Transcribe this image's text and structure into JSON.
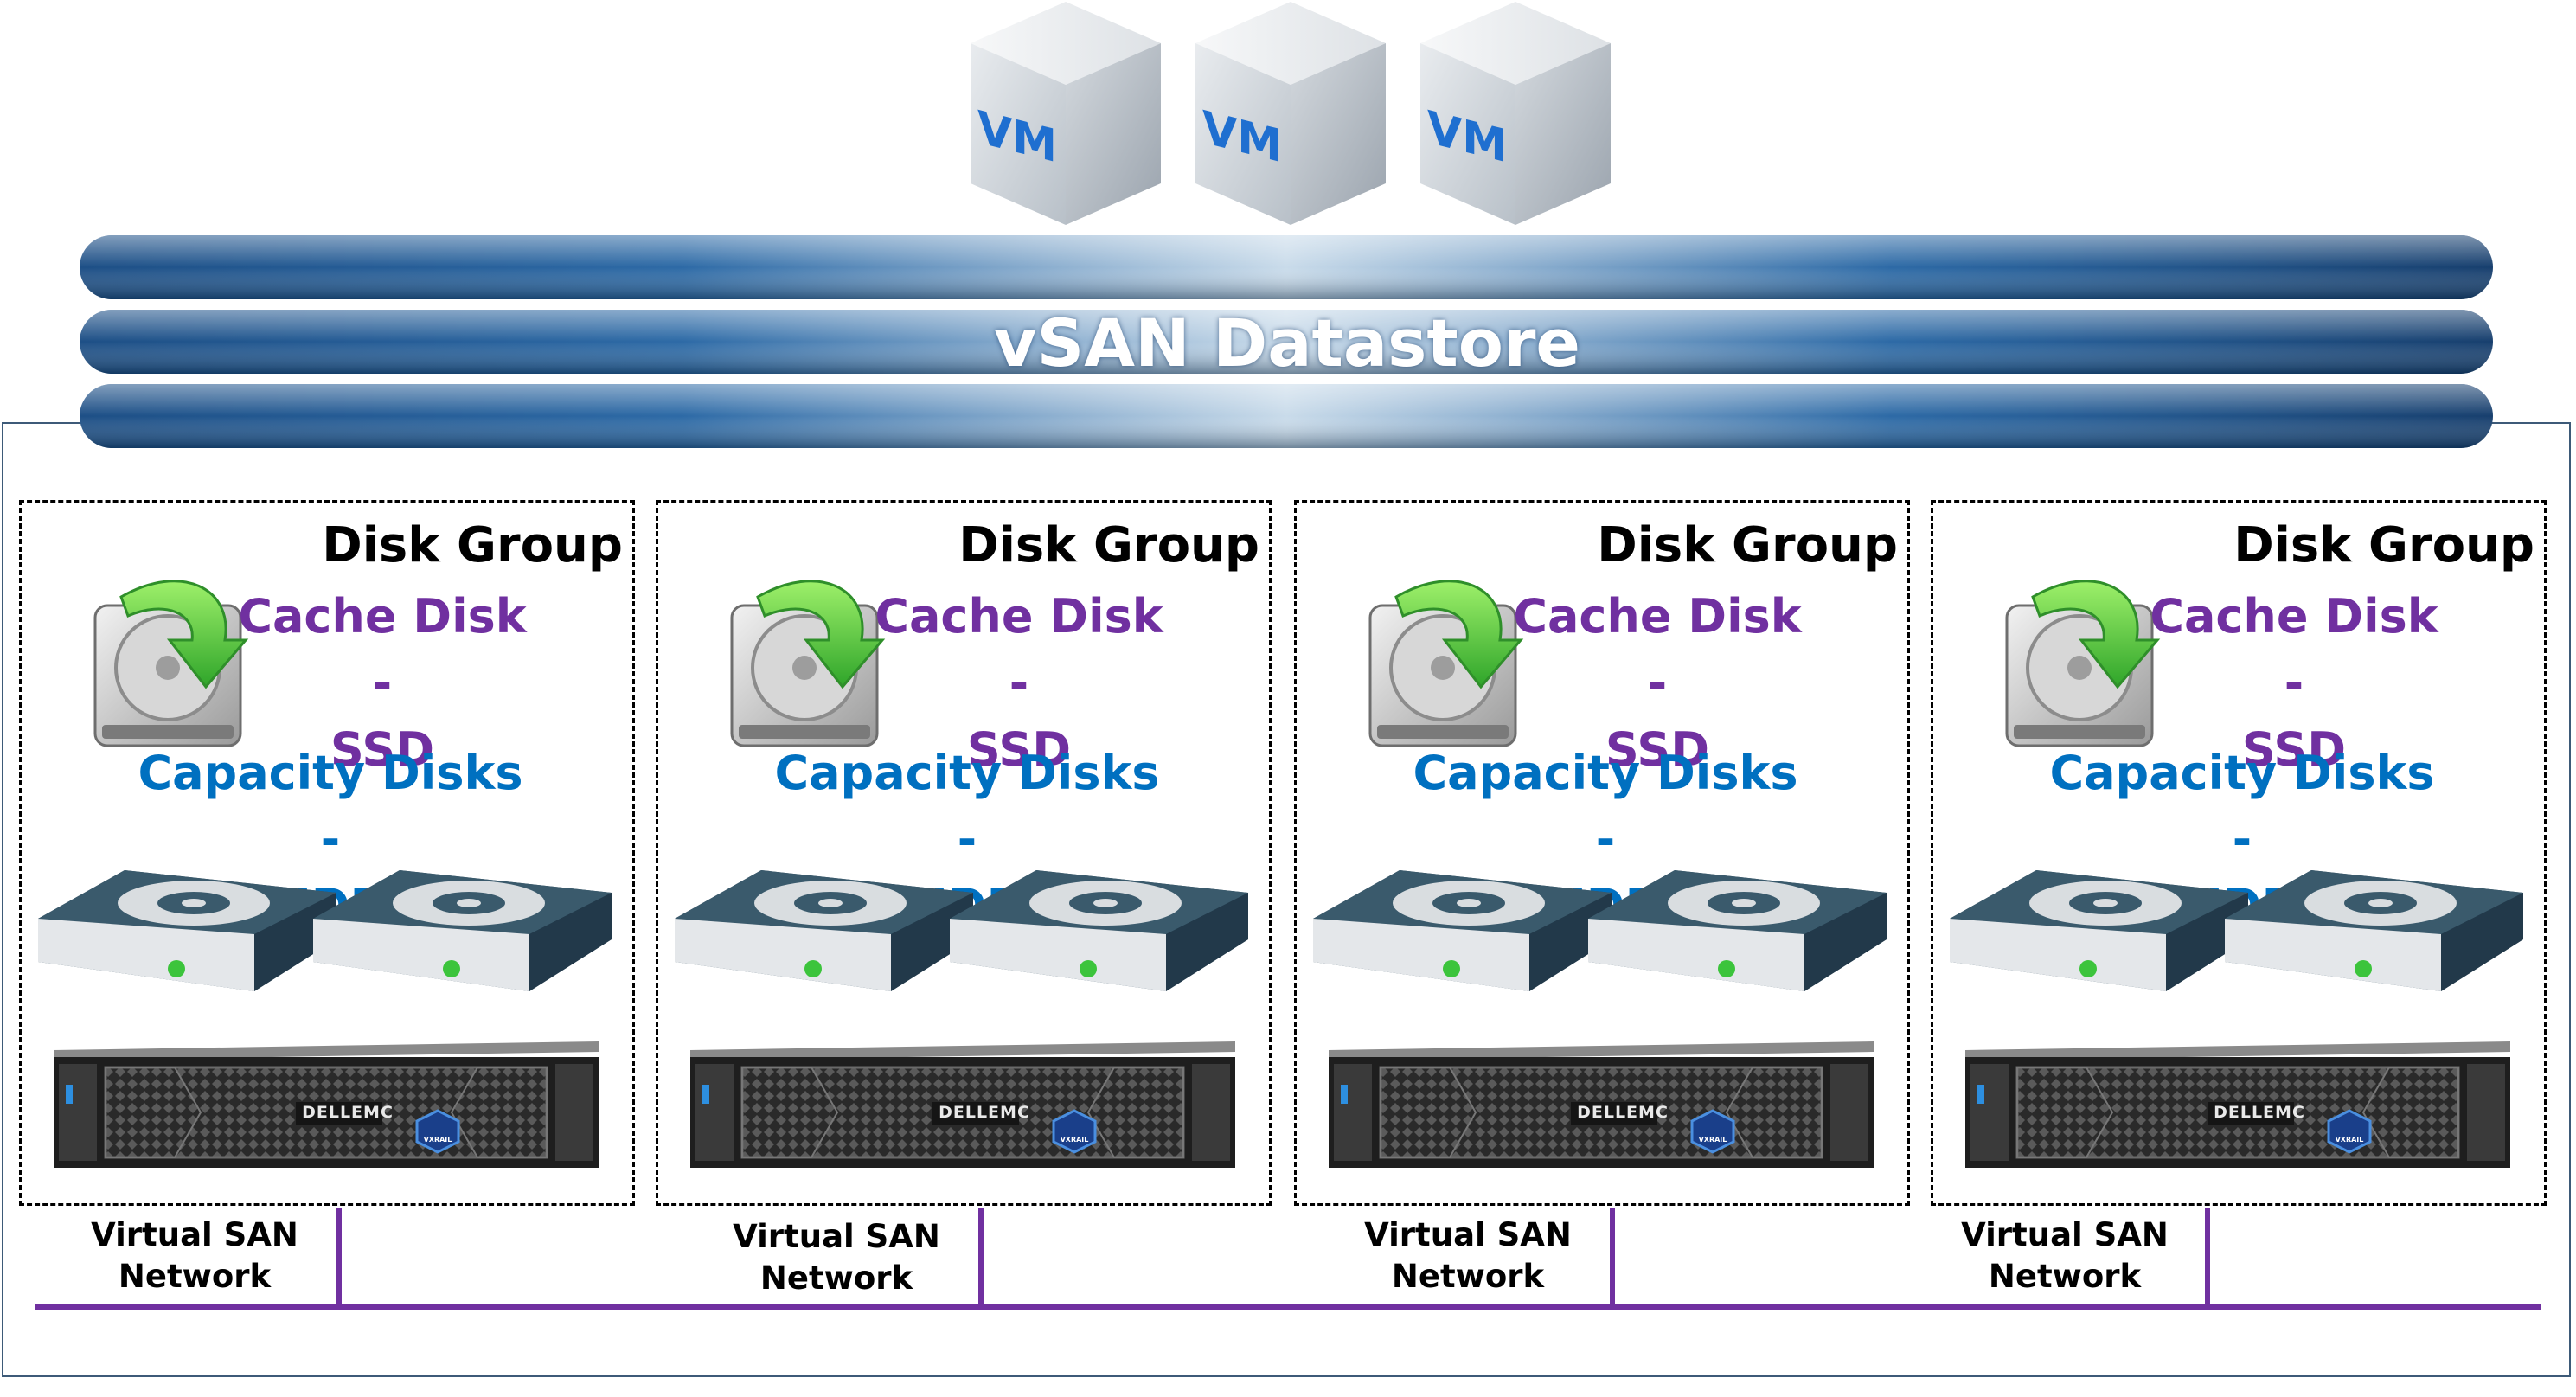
{
  "datastore": {
    "label": "vSAN Datastore"
  },
  "vms": [
    {
      "label": "VM",
      "icon": "vm-cube-icon"
    },
    {
      "label": "VM",
      "icon": "vm-cube-icon"
    },
    {
      "label": "VM",
      "icon": "vm-cube-icon"
    }
  ],
  "disk_groups": [
    {
      "title": "Disk Group",
      "cache_line1": "Cache Disk -",
      "cache_line2": "SSD",
      "capacity_line1": "Capacity Disks -",
      "capacity_line2": "HDD",
      "server_brand": "DELLEMC",
      "server_badge": "VXRAIL"
    },
    {
      "title": "Disk Group",
      "cache_line1": "Cache Disk -",
      "cache_line2": "SSD",
      "capacity_line1": "Capacity Disks -",
      "capacity_line2": "HDD",
      "server_brand": "DELLEMC",
      "server_badge": "VXRAIL"
    },
    {
      "title": "Disk Group",
      "cache_line1": "Cache Disk -",
      "cache_line2": "SSD",
      "capacity_line1": "Capacity Disks -",
      "capacity_line2": "HDD",
      "server_brand": "DELLEMC",
      "server_badge": "VXRAIL"
    },
    {
      "title": "Disk Group",
      "cache_line1": "Cache Disk -",
      "cache_line2": "SSD",
      "capacity_line1": "Capacity Disks -",
      "capacity_line2": "HDD",
      "server_brand": "DELLEMC",
      "server_badge": "VXRAIL"
    }
  ],
  "network": [
    {
      "line1": "Virtual SAN",
      "line2": "Network"
    },
    {
      "line1": "Virtual SAN",
      "line2": "Network"
    },
    {
      "line1": "Virtual SAN",
      "line2": "Network"
    },
    {
      "line1": "Virtual SAN",
      "line2": "Network"
    }
  ],
  "colors": {
    "cache_text": "#7030a0",
    "capacity_text": "#0070c0",
    "network_line": "#7030a0",
    "datastore_blue": "#1f5f9f",
    "hdd_body": "#2e4a5a",
    "led_green": "#3cc43c"
  }
}
